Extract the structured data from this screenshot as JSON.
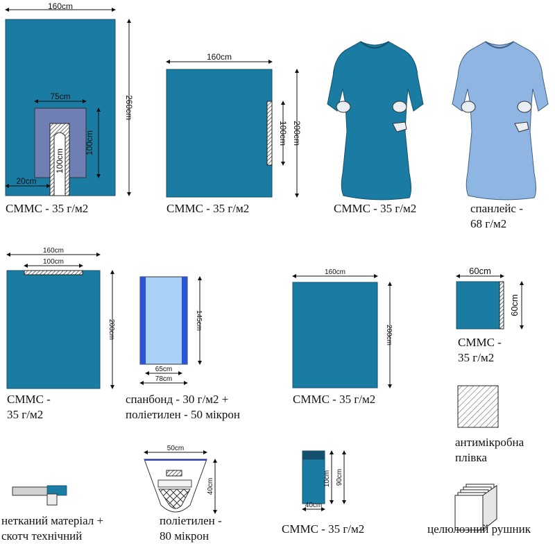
{
  "colors": {
    "drape": "#1a7ba3",
    "drape_edge": "#14506b",
    "spunlace": "#8fb6e2",
    "spunlace_edge": "#3f5f86",
    "slit": "#6f7fb3",
    "spunbond_light": "#a9d0f7",
    "spunbond_edge": "#2c55d6",
    "blue_line": "#2c3fb3",
    "tape": "#d2d2d2"
  },
  "items": [
    {
      "id": "drape-slit",
      "caption": [
        "СММС - 35 г/м2"
      ],
      "dims": [
        "160cm",
        "260cm",
        "75cm",
        "100cm",
        "100cm",
        "20cm"
      ]
    },
    {
      "id": "drape-tape",
      "caption": [
        "СММС - 35 г/м2"
      ],
      "dims": [
        "160cm",
        "100cm",
        "200cm"
      ]
    },
    {
      "id": "gown-smms",
      "caption": [
        "СММС - 35 г/м2"
      ]
    },
    {
      "id": "gown-spunlace",
      "caption": [
        "спанлейс -",
        "68 г/м2"
      ]
    },
    {
      "id": "drape-top",
      "caption": [
        "СММС -",
        "35 г/м2"
      ],
      "dims": [
        "160cm",
        "100cm",
        "200cm"
      ]
    },
    {
      "id": "cover-spunbond",
      "caption": [
        "спанбонд - 30 г/м2 +",
        "поліетилен - 50 мікрон"
      ],
      "dims": [
        "145cm",
        "65cm",
        "78cm"
      ]
    },
    {
      "id": "drape-plain",
      "caption": [
        "СММС - 35 г/м2"
      ],
      "dims": [
        "160cm",
        "200cm"
      ]
    },
    {
      "id": "drape-small",
      "caption": [
        "СММС -",
        "35 г/м2"
      ],
      "dims": [
        "60cm",
        "60cm"
      ]
    },
    {
      "id": "film",
      "caption": [
        "антимікробна",
        "плівка"
      ]
    },
    {
      "id": "tape-tab",
      "caption": [
        "нетканий матеріал +",
        "скотч технічний"
      ]
    },
    {
      "id": "pouch",
      "caption": [
        "поліетилен -",
        "80 мікрон"
      ],
      "dims": [
        "50cm",
        "40cm"
      ]
    },
    {
      "id": "cover-small",
      "caption": [
        "СММС - 35 г/м2"
      ],
      "dims": [
        "10cm",
        "90cm",
        "40cm"
      ]
    },
    {
      "id": "towels",
      "caption": [
        "целюлозний рушник"
      ]
    }
  ]
}
